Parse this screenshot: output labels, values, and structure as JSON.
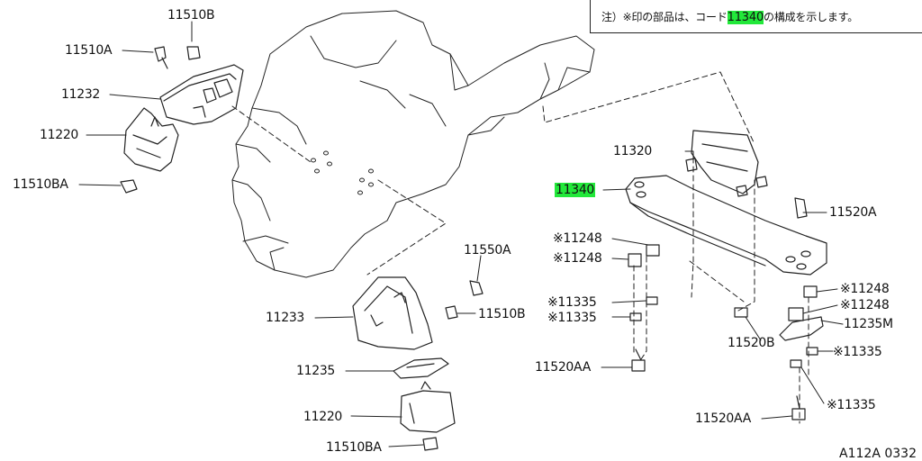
{
  "note": {
    "prefix": "注）※印の部品は、コード",
    "code": "11340",
    "suffix": "の構成を示します。"
  },
  "figure_code": "A112A 0332",
  "colors": {
    "highlight": "#22e83a",
    "line": "#222222"
  },
  "labels": {
    "p11510B_top": "11510B",
    "p11510A": "11510A",
    "p11232": "11232",
    "p11220_top": "11220",
    "p11510BA_top": "11510BA",
    "p11550A": "11550A",
    "p11233": "11233",
    "p11510B_mid": "11510B",
    "p11235": "11235",
    "p11220_bot": "11220",
    "p11510BA_bot": "11510BA",
    "p11320": "11320",
    "p11340": "11340",
    "p11520A": "11520A",
    "p11248_a": "※11248",
    "p11248_b": "※11248",
    "p11335_a": "※11335",
    "p11335_b": "※11335",
    "p11520AA_left": "11520AA",
    "p11520B": "11520B",
    "p11248_c": "※11248",
    "p11248_d": "※11248",
    "p11235M": "11235M",
    "p11335_c": "※11335",
    "p11335_d": "※11335",
    "p11520AA_right": "11520AA"
  }
}
